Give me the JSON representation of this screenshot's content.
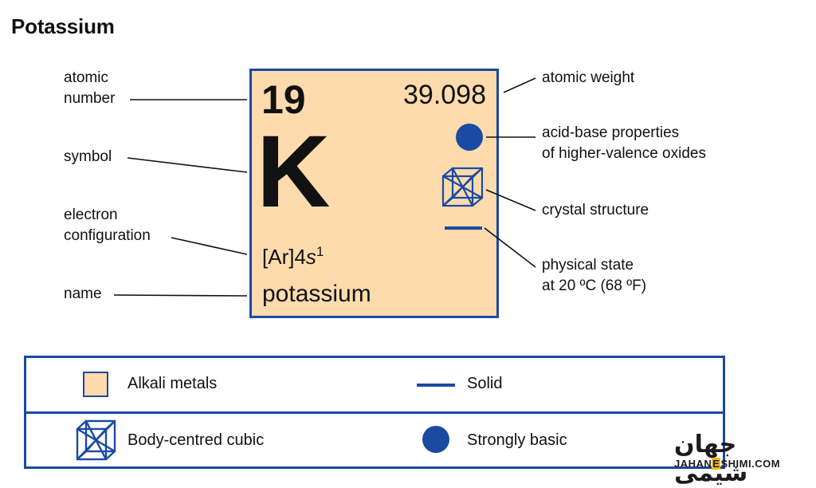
{
  "title": "Potassium",
  "element": {
    "atomic_number": "19",
    "atomic_weight": "39.098",
    "symbol": "K",
    "config_base": "[Ar]4",
    "config_orbital": "s",
    "config_exponent": "1",
    "name": "potassium",
    "tile_color": "#fddbad",
    "border_color": "#1a4aa2"
  },
  "annotations": {
    "atomic_number": [
      "atomic",
      "number"
    ],
    "symbol": "symbol",
    "electron_configuration": [
      "electron",
      "configuration"
    ],
    "name": "name",
    "atomic_weight": "atomic weight",
    "acid_base": [
      "acid-base properties",
      "of higher-valence oxides"
    ],
    "crystal_structure": "crystal structure",
    "physical_state": [
      "physical state",
      "at 20 ºC (68 ºF)"
    ]
  },
  "legend": {
    "category": "Alkali metals",
    "state": "Solid",
    "crystal": "Body-centred cubic",
    "acid_base": "Strongly basic"
  },
  "watermark": {
    "persian": "جهان شیمی",
    "en_before": "JAHAN",
    "en_mark": "E",
    "en_after": "SHIMI.COM"
  },
  "icons": [
    "cubic-lattice-icon",
    "solid-state-line-icon",
    "strongly-basic-dot-icon"
  ]
}
